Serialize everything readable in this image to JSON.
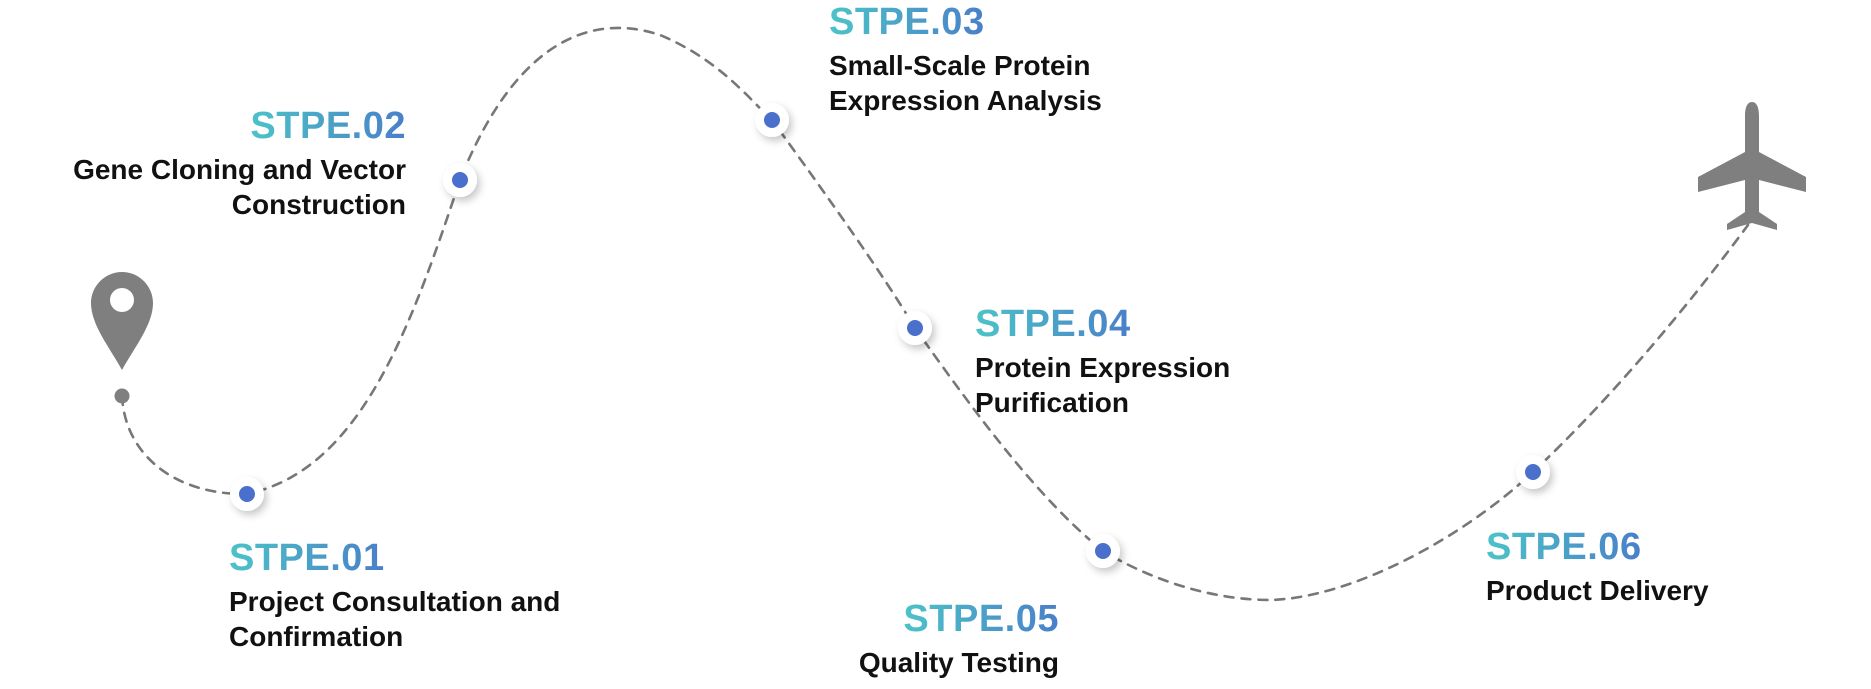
{
  "steps": [
    {
      "code": "STPE.01",
      "title_lines": [
        "Project Consultation and",
        "Confirmation"
      ]
    },
    {
      "code": "STPE.02",
      "title_lines": [
        "Gene Cloning and Vector",
        "Construction"
      ]
    },
    {
      "code": "STPE.03",
      "title_lines": [
        "Small-Scale Protein",
        "Expression Analysis"
      ]
    },
    {
      "code": "STPE.04",
      "title_lines": [
        "Protein Expression",
        "Purification"
      ]
    },
    {
      "code": "STPE.05",
      "title_lines": [
        "Quality Testing"
      ]
    },
    {
      "code": "STPE.06",
      "title_lines": [
        "Product Delivery"
      ]
    }
  ],
  "icons": {
    "start": "map-pin-icon",
    "end": "airplane-icon"
  },
  "colors": {
    "code_gradient_start": "#4cc3c8",
    "code_gradient_end": "#4a7fc9",
    "node_fill": "#4a70cc",
    "route_stroke": "#777777",
    "icon_fill": "#7f7f7f",
    "title_text": "#111111"
  }
}
